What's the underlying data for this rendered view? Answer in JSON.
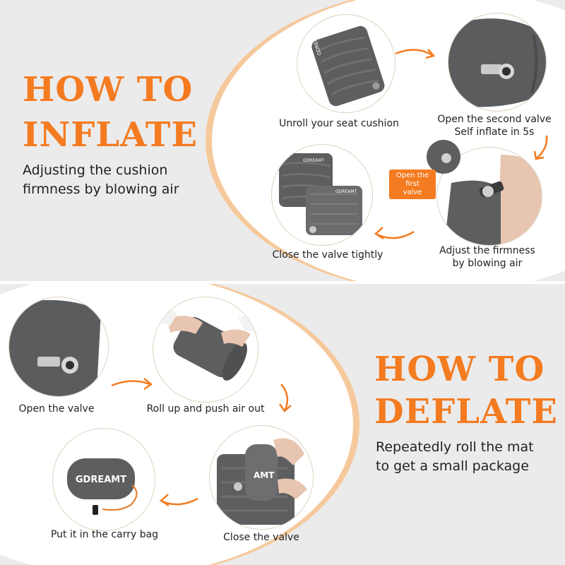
{
  "inflate": {
    "title_line1": "HOW TO",
    "title_line2": "INFLATE",
    "subtitle": "Adjusting the cushion\nfirmness by blowing air",
    "steps": [
      {
        "caption": "Unroll your seat cushion"
      },
      {
        "caption": "Open the second valve\nSelf inflate in 5s"
      },
      {
        "caption": "Adjust the firmness\nby blowing air"
      },
      {
        "caption": "Close the valve tightly"
      }
    ],
    "badge": "Open the first\nvalve",
    "brand": "GDREAMT"
  },
  "deflate": {
    "title_line1": "HOW TO",
    "title_line2": "DEFLATE",
    "subtitle": "Repeatedly roll the mat\nto get a small package",
    "steps": [
      {
        "caption": "Open the valve"
      },
      {
        "caption": "Roll up and push air out"
      },
      {
        "caption": "Close the valve"
      },
      {
        "caption": "Put it in the carry bag"
      }
    ],
    "brand": "GDREAMT",
    "brand_partial": "AMT"
  },
  "colors": {
    "accent": "#f47b20",
    "mat": "#5d5e60",
    "panel": "#ebebeb"
  }
}
